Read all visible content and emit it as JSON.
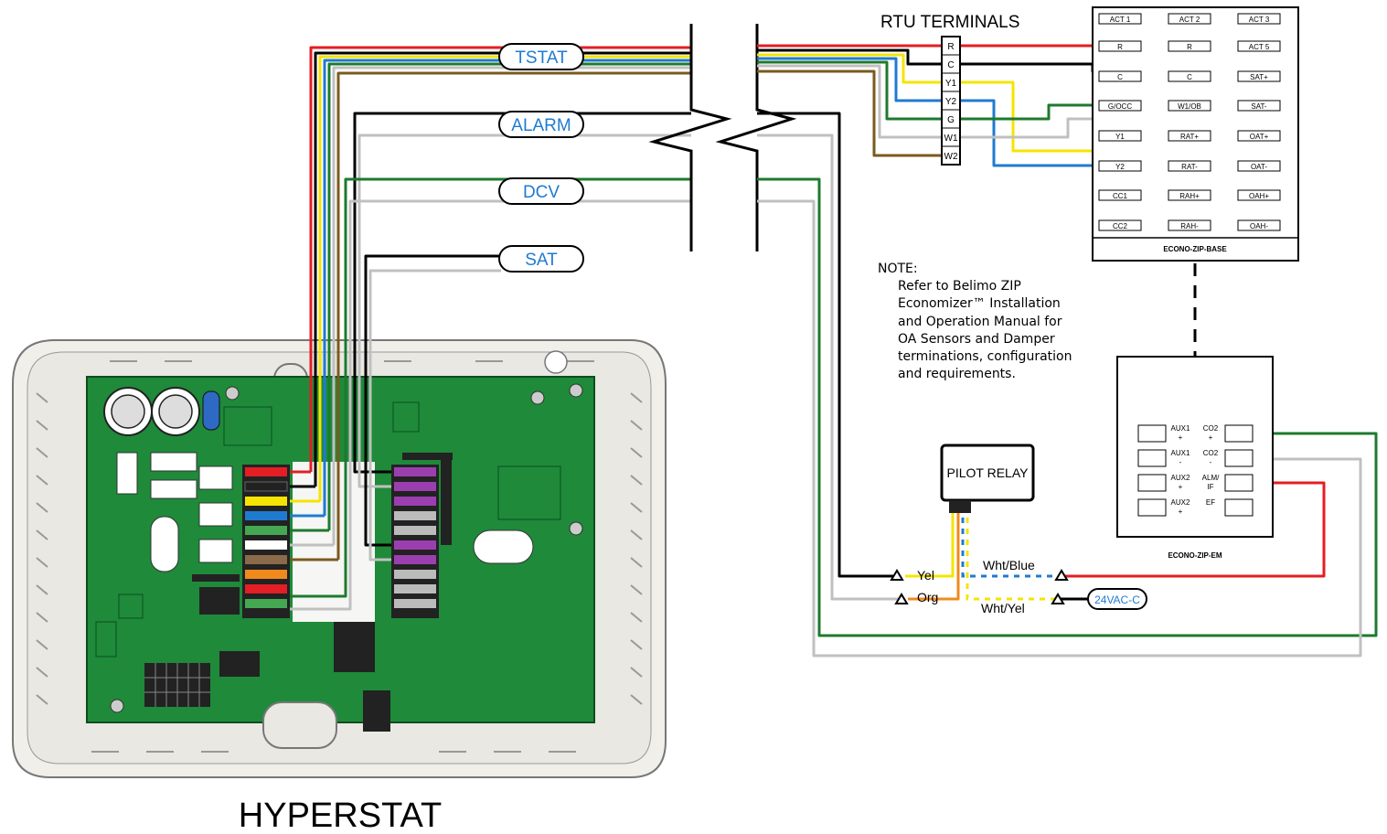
{
  "signal_labels": {
    "tstat": "TSTAT",
    "alarm": "ALARM",
    "dcv": "DCV",
    "sat": "SAT"
  },
  "rtu": {
    "title": "RTU TERMINALS",
    "terminals": [
      "R",
      "C",
      "Y1",
      "Y2",
      "G",
      "W1",
      "W2"
    ]
  },
  "econo_base": {
    "title": "ECONO-ZIP-BASE",
    "col1": [
      "ACT 1",
      "R",
      "C",
      "G/OCC",
      "Y1",
      "Y2",
      "CC1",
      "CC2"
    ],
    "col2": [
      "ACT 2",
      "R",
      "C",
      "W1/OB",
      "RAT+",
      "RAT-",
      "RAH+",
      "RAH-"
    ],
    "col3": [
      "ACT 3",
      "ACT 5",
      "SAT+",
      "SAT-",
      "OAT+",
      "OAT-",
      "OAH+",
      "OAH-"
    ]
  },
  "econo_em": {
    "title": "ECONO-ZIP-EM",
    "left": [
      [
        "AUX1",
        "+"
      ],
      [
        "AUX1",
        "-"
      ],
      [
        "AUX2",
        "+"
      ],
      [
        "AUX2",
        "+"
      ]
    ],
    "right": [
      [
        "CO2",
        "+"
      ],
      [
        "CO2",
        "-"
      ],
      [
        "ALM/",
        "IF"
      ],
      [
        "EF",
        ""
      ]
    ]
  },
  "note": {
    "heading": "NOTE:",
    "lines": [
      "Refer to Belimo ZIP",
      "Economizer™ Installation",
      "and Operation Manual for",
      "OA Sensors and Damper",
      "terminations, configuration",
      "and requirements."
    ]
  },
  "pilot_relay": {
    "title": "PILOT RELAY",
    "yel": "Yel",
    "org": "Org",
    "wht_blue": "Wht/Blue",
    "wht_yel": "Wht/Yel",
    "vac": "24VAC-C"
  },
  "hyperstat": {
    "title": "HYPERSTAT"
  },
  "colors": {
    "red": "#e31e24",
    "black": "#000000",
    "yellow": "#f5e400",
    "blue": "#1f7bd0",
    "green": "#1d7a2e",
    "gray": "#c0c0c0",
    "brown": "#7a5a1e",
    "orange": "#f08a1c",
    "board": "#1e8a3a"
  }
}
